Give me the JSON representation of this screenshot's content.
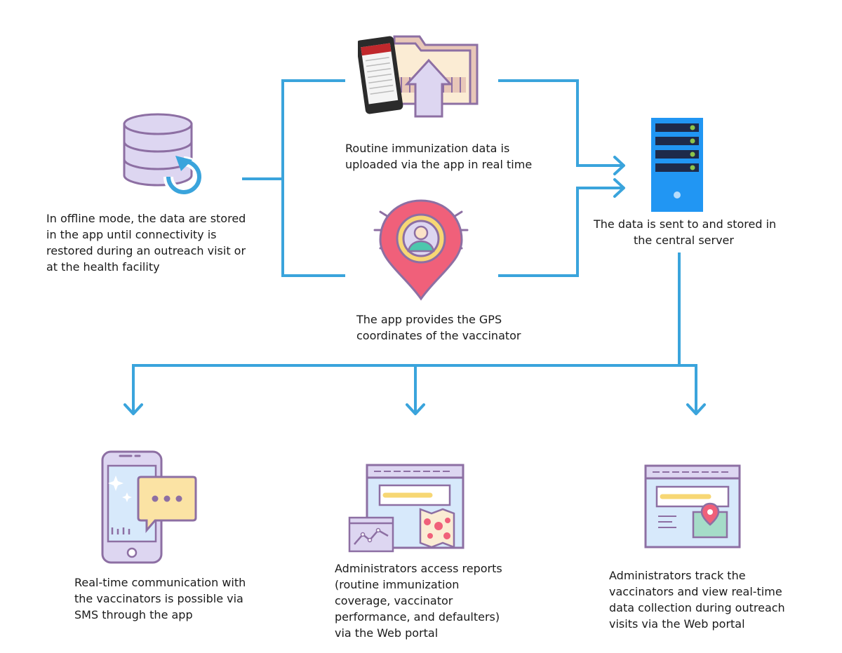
{
  "colors": {
    "connector": "#3aa4dc",
    "outline": "#8d6fa3",
    "lavender": "#ddd6f1",
    "light_blue": "#d7e9fb",
    "server_blue": "#2196f3",
    "server_dark": "#1e2a4a",
    "led_green": "#8bc34a",
    "pin_pink": "#f0607a",
    "ring_yellow": "#f7d774",
    "avatar_teal": "#4dc7ad",
    "bubble_yellow": "#fbe3a4",
    "folder_cream": "#fbecd4"
  },
  "nodes": {
    "offline_storage": {
      "icon": "database-sync-icon",
      "caption": [
        "In offline mode, the data are stored",
        "in the app until connectivity is",
        "restored during an outreach visit or",
        "at the health facility"
      ]
    },
    "routine_upload": {
      "icon": "phone-folder-upload-icon",
      "caption": [
        "Routine immunization data is",
        "uploaded via the app in real time"
      ]
    },
    "gps": {
      "icon": "location-pin-person-icon",
      "caption": [
        "The app provides the GPS",
        "coordinates of the vaccinator"
      ]
    },
    "server": {
      "icon": "server-icon",
      "caption": [
        "The data is sent to and stored in",
        "the central server"
      ]
    },
    "sms": {
      "icon": "phone-chat-icon",
      "caption": [
        "Real-time communication with",
        "the vaccinators is possible via",
        "SMS through the app"
      ]
    },
    "reports": {
      "icon": "web-reports-map-icon",
      "caption": [
        "Administrators access reports",
        "(routine immunization",
        "coverage, vaccinator",
        "performance, and defaulters)",
        "via the Web portal"
      ]
    },
    "tracking": {
      "icon": "web-location-tracking-icon",
      "caption": [
        "Administrators track the",
        "vaccinators and view real-time",
        "data collection during outreach",
        "visits via the Web portal"
      ]
    }
  }
}
